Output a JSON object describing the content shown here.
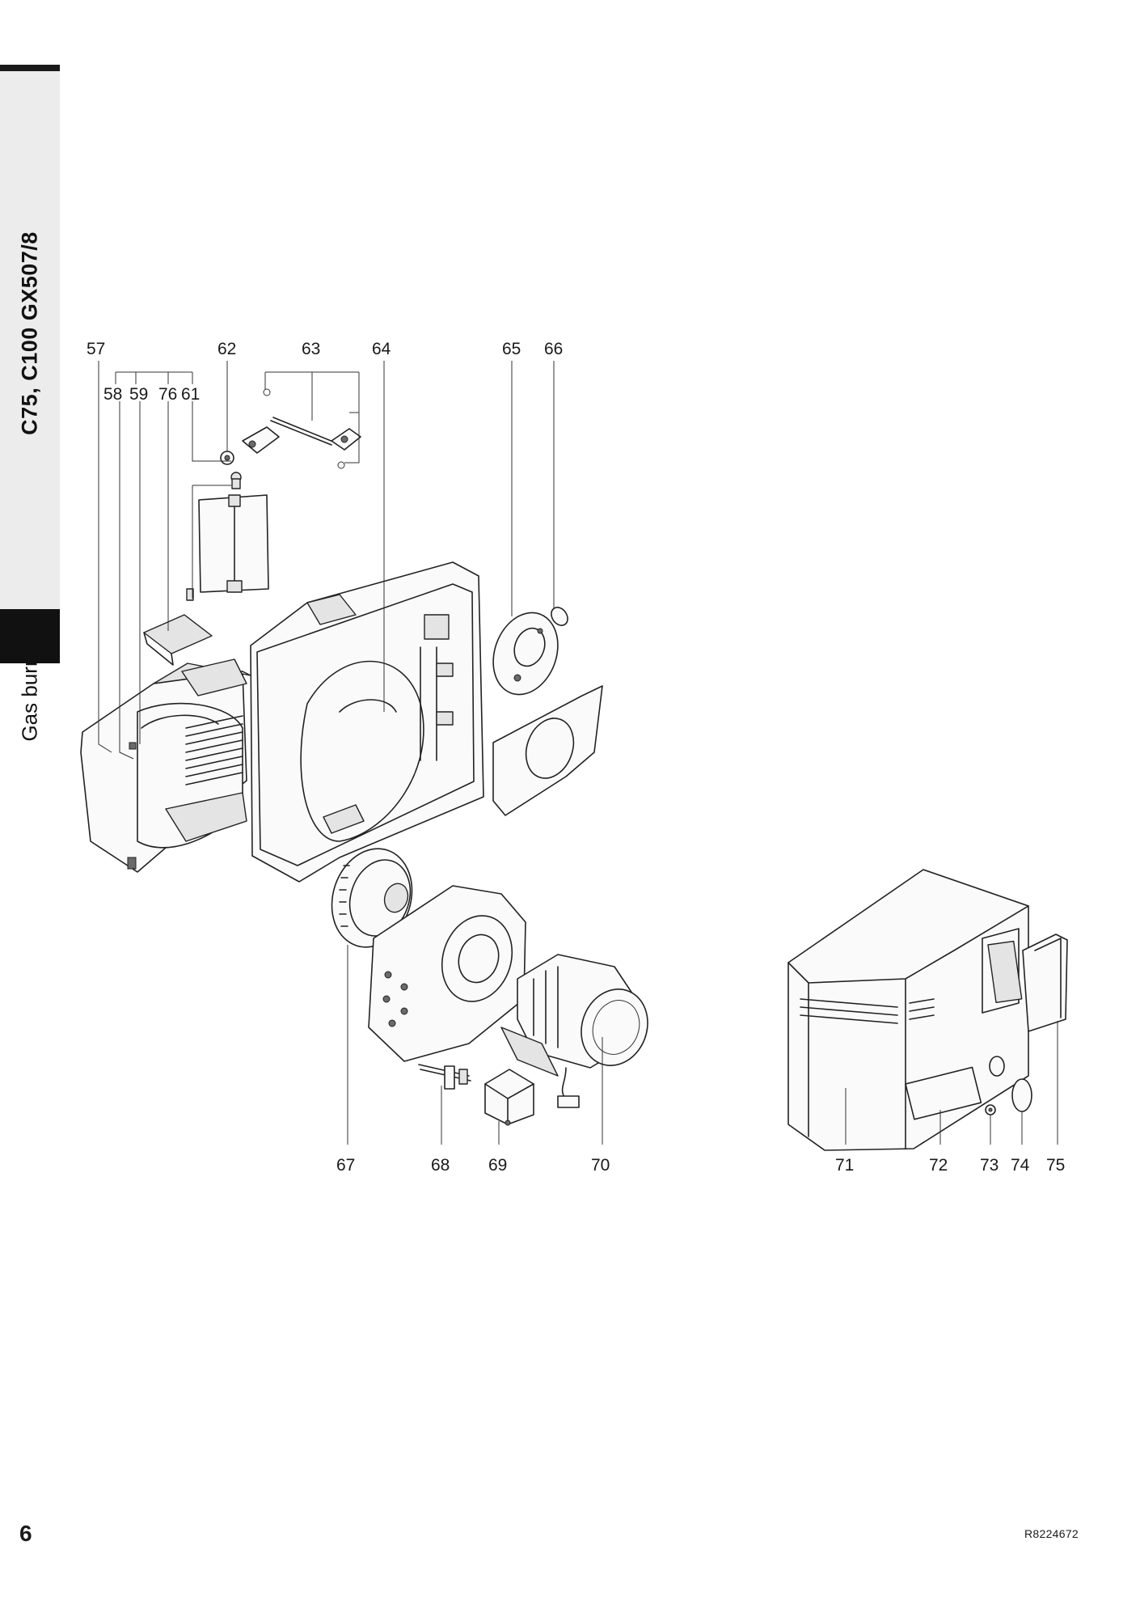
{
  "sidebar": {
    "title": "C75, C100 GX507/8",
    "subtitle": "Gas burners"
  },
  "page_number": "6",
  "document_reference": "R8224672",
  "callouts": {
    "c57": "57",
    "c58": "58",
    "c59": "59",
    "c60": "76",
    "c61": "61",
    "c62": "62",
    "c63": "63",
    "c64": "64",
    "c65": "65",
    "c66": "66",
    "c67": "67",
    "c68": "68",
    "c69": "69",
    "c70": "70",
    "c71": "71",
    "c72": "72",
    "c73": "73",
    "c74": "74",
    "c75": "75"
  },
  "icons": {
    "diagram": "exploded-parts-diagram"
  }
}
